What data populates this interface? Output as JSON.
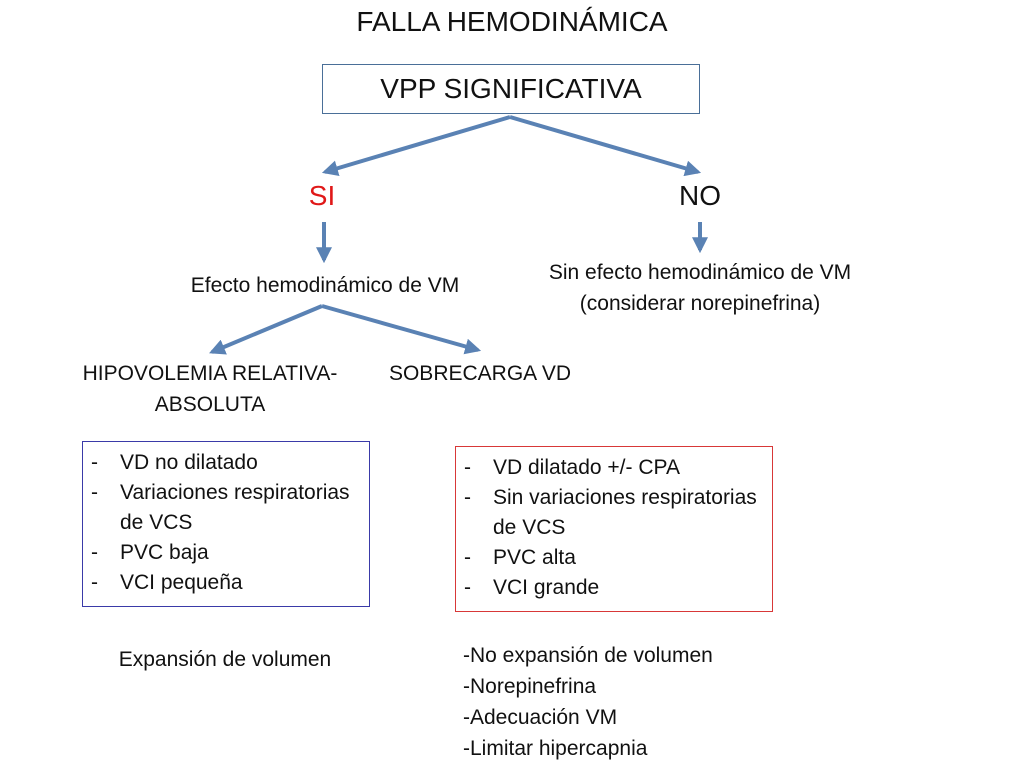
{
  "title": "FALLA HEMODINÁMICA",
  "root_box": "VPP SIGNIFICATIVA",
  "branch_yes": {
    "label": "SI",
    "color": "#e01818"
  },
  "branch_no": {
    "label": "NO"
  },
  "yes_effect": "Efecto hemodinámico de VM",
  "no_effect": {
    "line1": "Sin efecto hemodinámico de VM",
    "line2": "(considerar norepinefrina)"
  },
  "hipovolemia": {
    "line1": "HIPOVOLEMIA RELATIVA-",
    "line2": "ABSOLUTA",
    "findings": [
      "VD no dilatado",
      "Variaciones respiratorias de VCS",
      "PVC baja",
      "VCI pequeña"
    ],
    "box_color": "#3a3aa8",
    "action": "Expansión de volumen"
  },
  "sobrecarga": {
    "label": "SOBRECARGA VD",
    "findings": [
      "VD dilatado +/- CPA",
      "Sin variaciones respiratorias de VCS",
      "PVC alta",
      "VCI grande"
    ],
    "box_color": "#d83838",
    "actions": [
      "-No expansión de volumen",
      "-Norepinefrina",
      "-Adecuación VM",
      "-Limitar hipercapnia"
    ]
  },
  "arrow_color": "#5a82b4",
  "box_border_color": "#4a6f98"
}
